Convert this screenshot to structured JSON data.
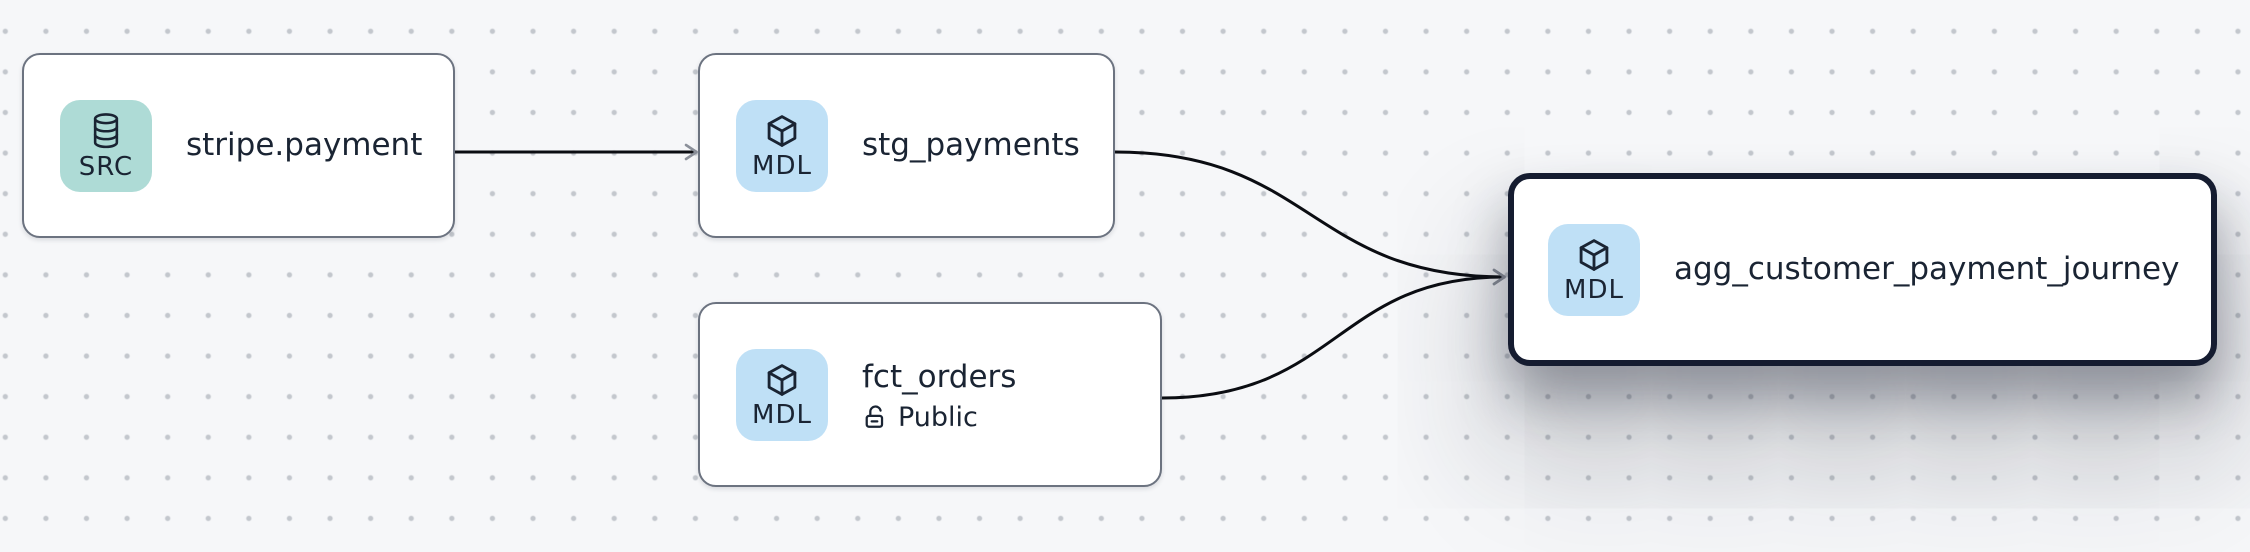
{
  "canvas": {
    "background_color": "#f6f7f9",
    "dot_color": "#c3c7cd",
    "edge_color": "#0b0d12",
    "arrowhead_color": "#8b909a",
    "selected_border_color": "#151c30",
    "node_border_color": "#6c7380",
    "text_color": "#1a2433"
  },
  "nodes": [
    {
      "title": "stripe.payment",
      "badge": "SRC",
      "badge_color": "#aedbd6",
      "icon": "database-icon",
      "selected": false
    },
    {
      "title": "stg_payments",
      "badge": "MDL",
      "badge_color": "#bfe0f6",
      "icon": "cube-icon",
      "selected": false
    },
    {
      "title": "fct_orders",
      "badge": "MDL",
      "badge_color": "#bfe0f6",
      "icon": "cube-icon",
      "access": "Public",
      "access_icon": "lock-open-icon",
      "selected": false
    },
    {
      "title": "agg_customer_payment_journey",
      "badge": "MDL",
      "badge_color": "#bfe0f6",
      "icon": "cube-icon",
      "selected": true
    }
  ],
  "edges": [
    {
      "from": "stripe.payment",
      "to": "stg_payments"
    },
    {
      "from": "stg_payments",
      "to": "agg_customer_payment_journey"
    },
    {
      "from": "fct_orders",
      "to": "agg_customer_payment_journey"
    }
  ]
}
